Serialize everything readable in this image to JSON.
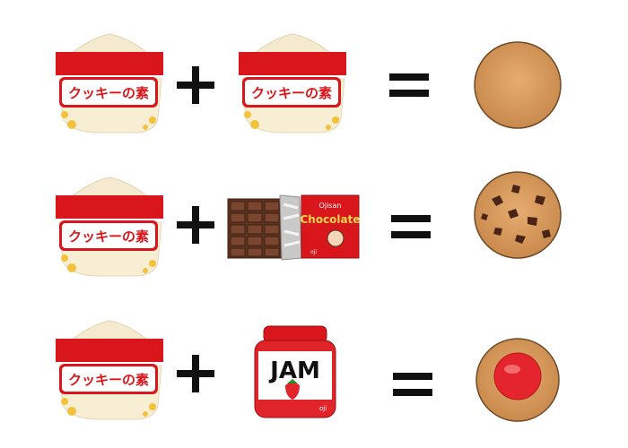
{
  "cookie_mix_label": "クッキーの素",
  "operators": {
    "plus": "+",
    "equals": "="
  },
  "chocolate": {
    "brand": "Ojisan",
    "title": "Chocolate",
    "footer": "oji"
  },
  "jam": {
    "label": "JAM",
    "footer": "oji"
  },
  "rows": [
    {
      "ingredient_a": "cookie-mix",
      "ingredient_b": "cookie-mix",
      "result": "plain-cookie"
    },
    {
      "ingredient_a": "cookie-mix",
      "ingredient_b": "chocolate-bar",
      "result": "chocolate-chip-cookie"
    },
    {
      "ingredient_a": "cookie-mix",
      "ingredient_b": "jam-jar",
      "result": "jam-thumbprint-cookie"
    }
  ],
  "colors": {
    "bag_red": "#d9161c",
    "cookie": "#d99a5f",
    "chocolate": "#6b3a22",
    "jam": "#e0242a"
  }
}
